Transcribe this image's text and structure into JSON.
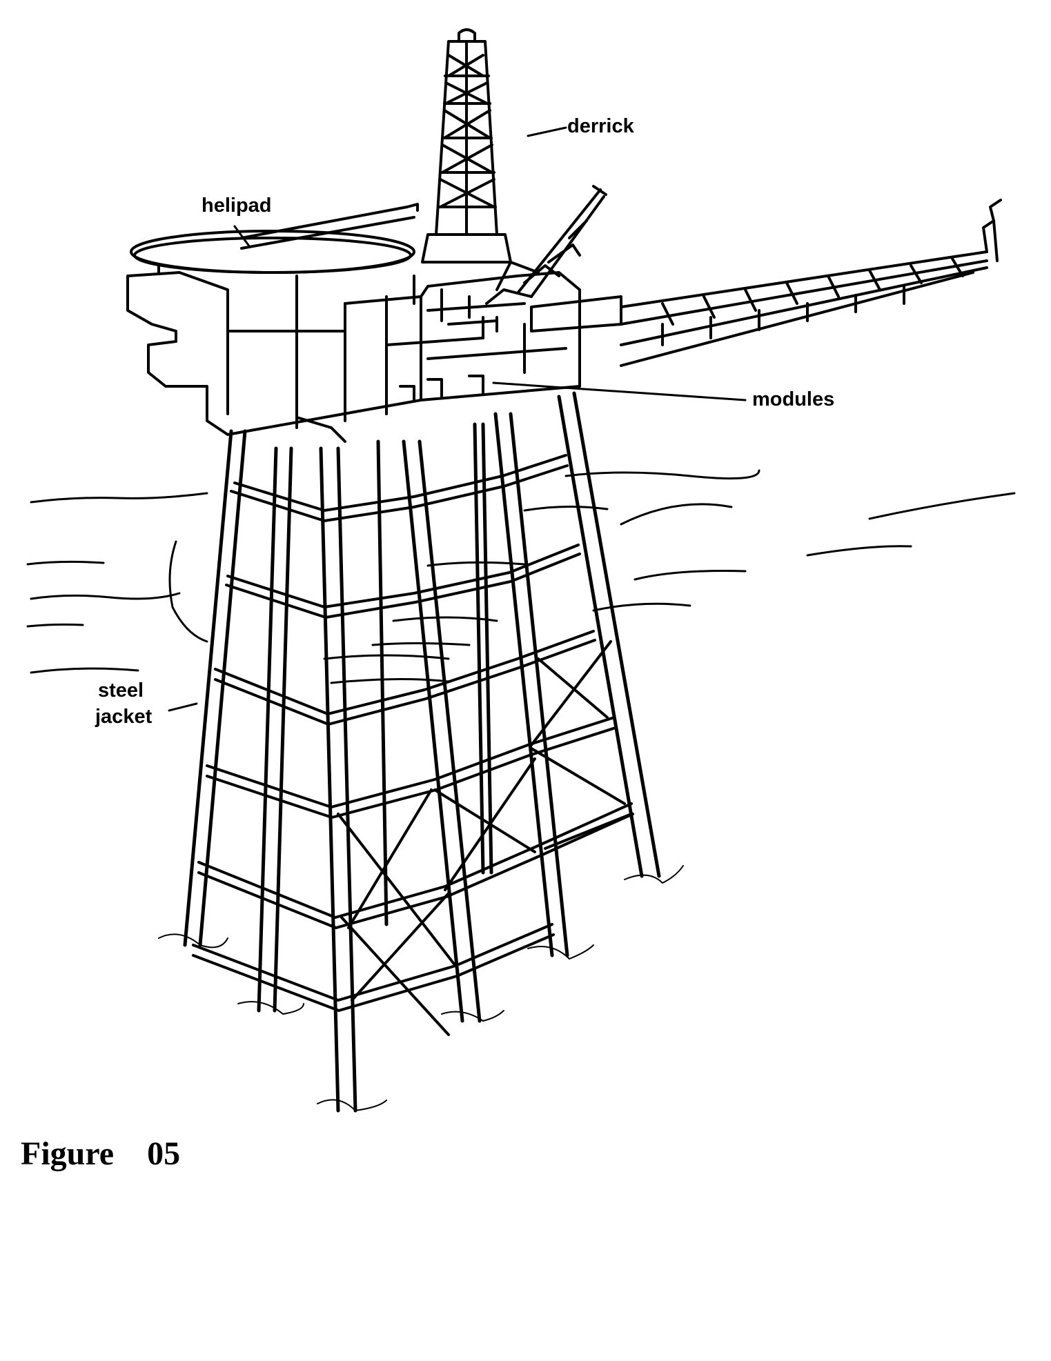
{
  "labels": {
    "derrick": "derrick",
    "helipad": "helipad",
    "modules": "modules",
    "steel_line1": "steel",
    "steel_line2": "jacket"
  },
  "caption": "Figure    05",
  "colors": {
    "ink": "#000000",
    "paper": "#ffffff"
  }
}
